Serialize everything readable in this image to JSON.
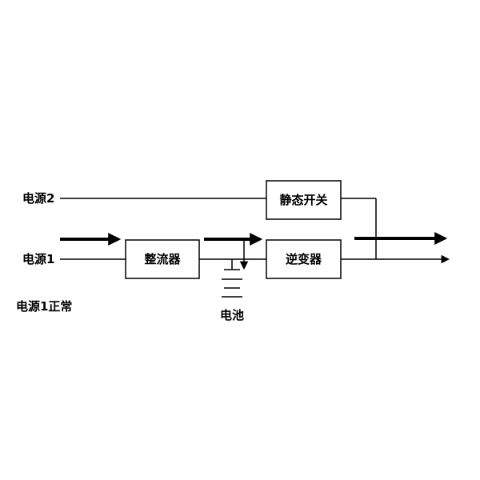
{
  "inputs": {
    "source2": "电源2",
    "source1": "电源1"
  },
  "blocks": {
    "rectifier": "整流器",
    "inverter": "逆变器",
    "static_switch": "静态开关"
  },
  "battery": {
    "label": "电池"
  },
  "status": {
    "caption": "电源1正常"
  },
  "colors": {
    "stroke": "#000000",
    "background": "#ffffff"
  }
}
